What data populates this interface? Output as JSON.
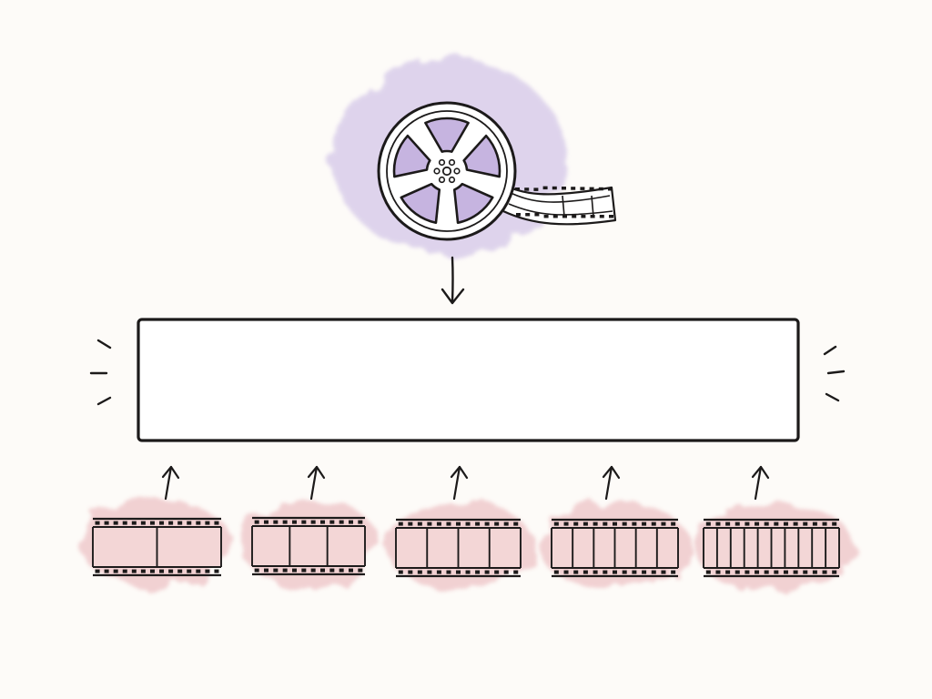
{
  "diagram": {
    "colors": {
      "background": "#fdfbf8",
      "ink": "#1c1a1a",
      "reel_wash": "#d9cdea",
      "reel_window": "#c6b4e0",
      "strip_wash": "#f1cfd0",
      "strip_fill": "#f3d6d6",
      "box_fill": "#ffffff"
    },
    "icons": {
      "source": "film-reel-icon",
      "input": "film-strip-icon"
    },
    "central_box": {
      "label": ""
    },
    "inputs": [
      {
        "name": "film-strip-1",
        "frame_count": 2
      },
      {
        "name": "film-strip-2",
        "frame_count": 3
      },
      {
        "name": "film-strip-3",
        "frame_count": 4
      },
      {
        "name": "film-strip-4",
        "frame_count": 6
      },
      {
        "name": "film-strip-5",
        "frame_count": 10
      }
    ]
  }
}
